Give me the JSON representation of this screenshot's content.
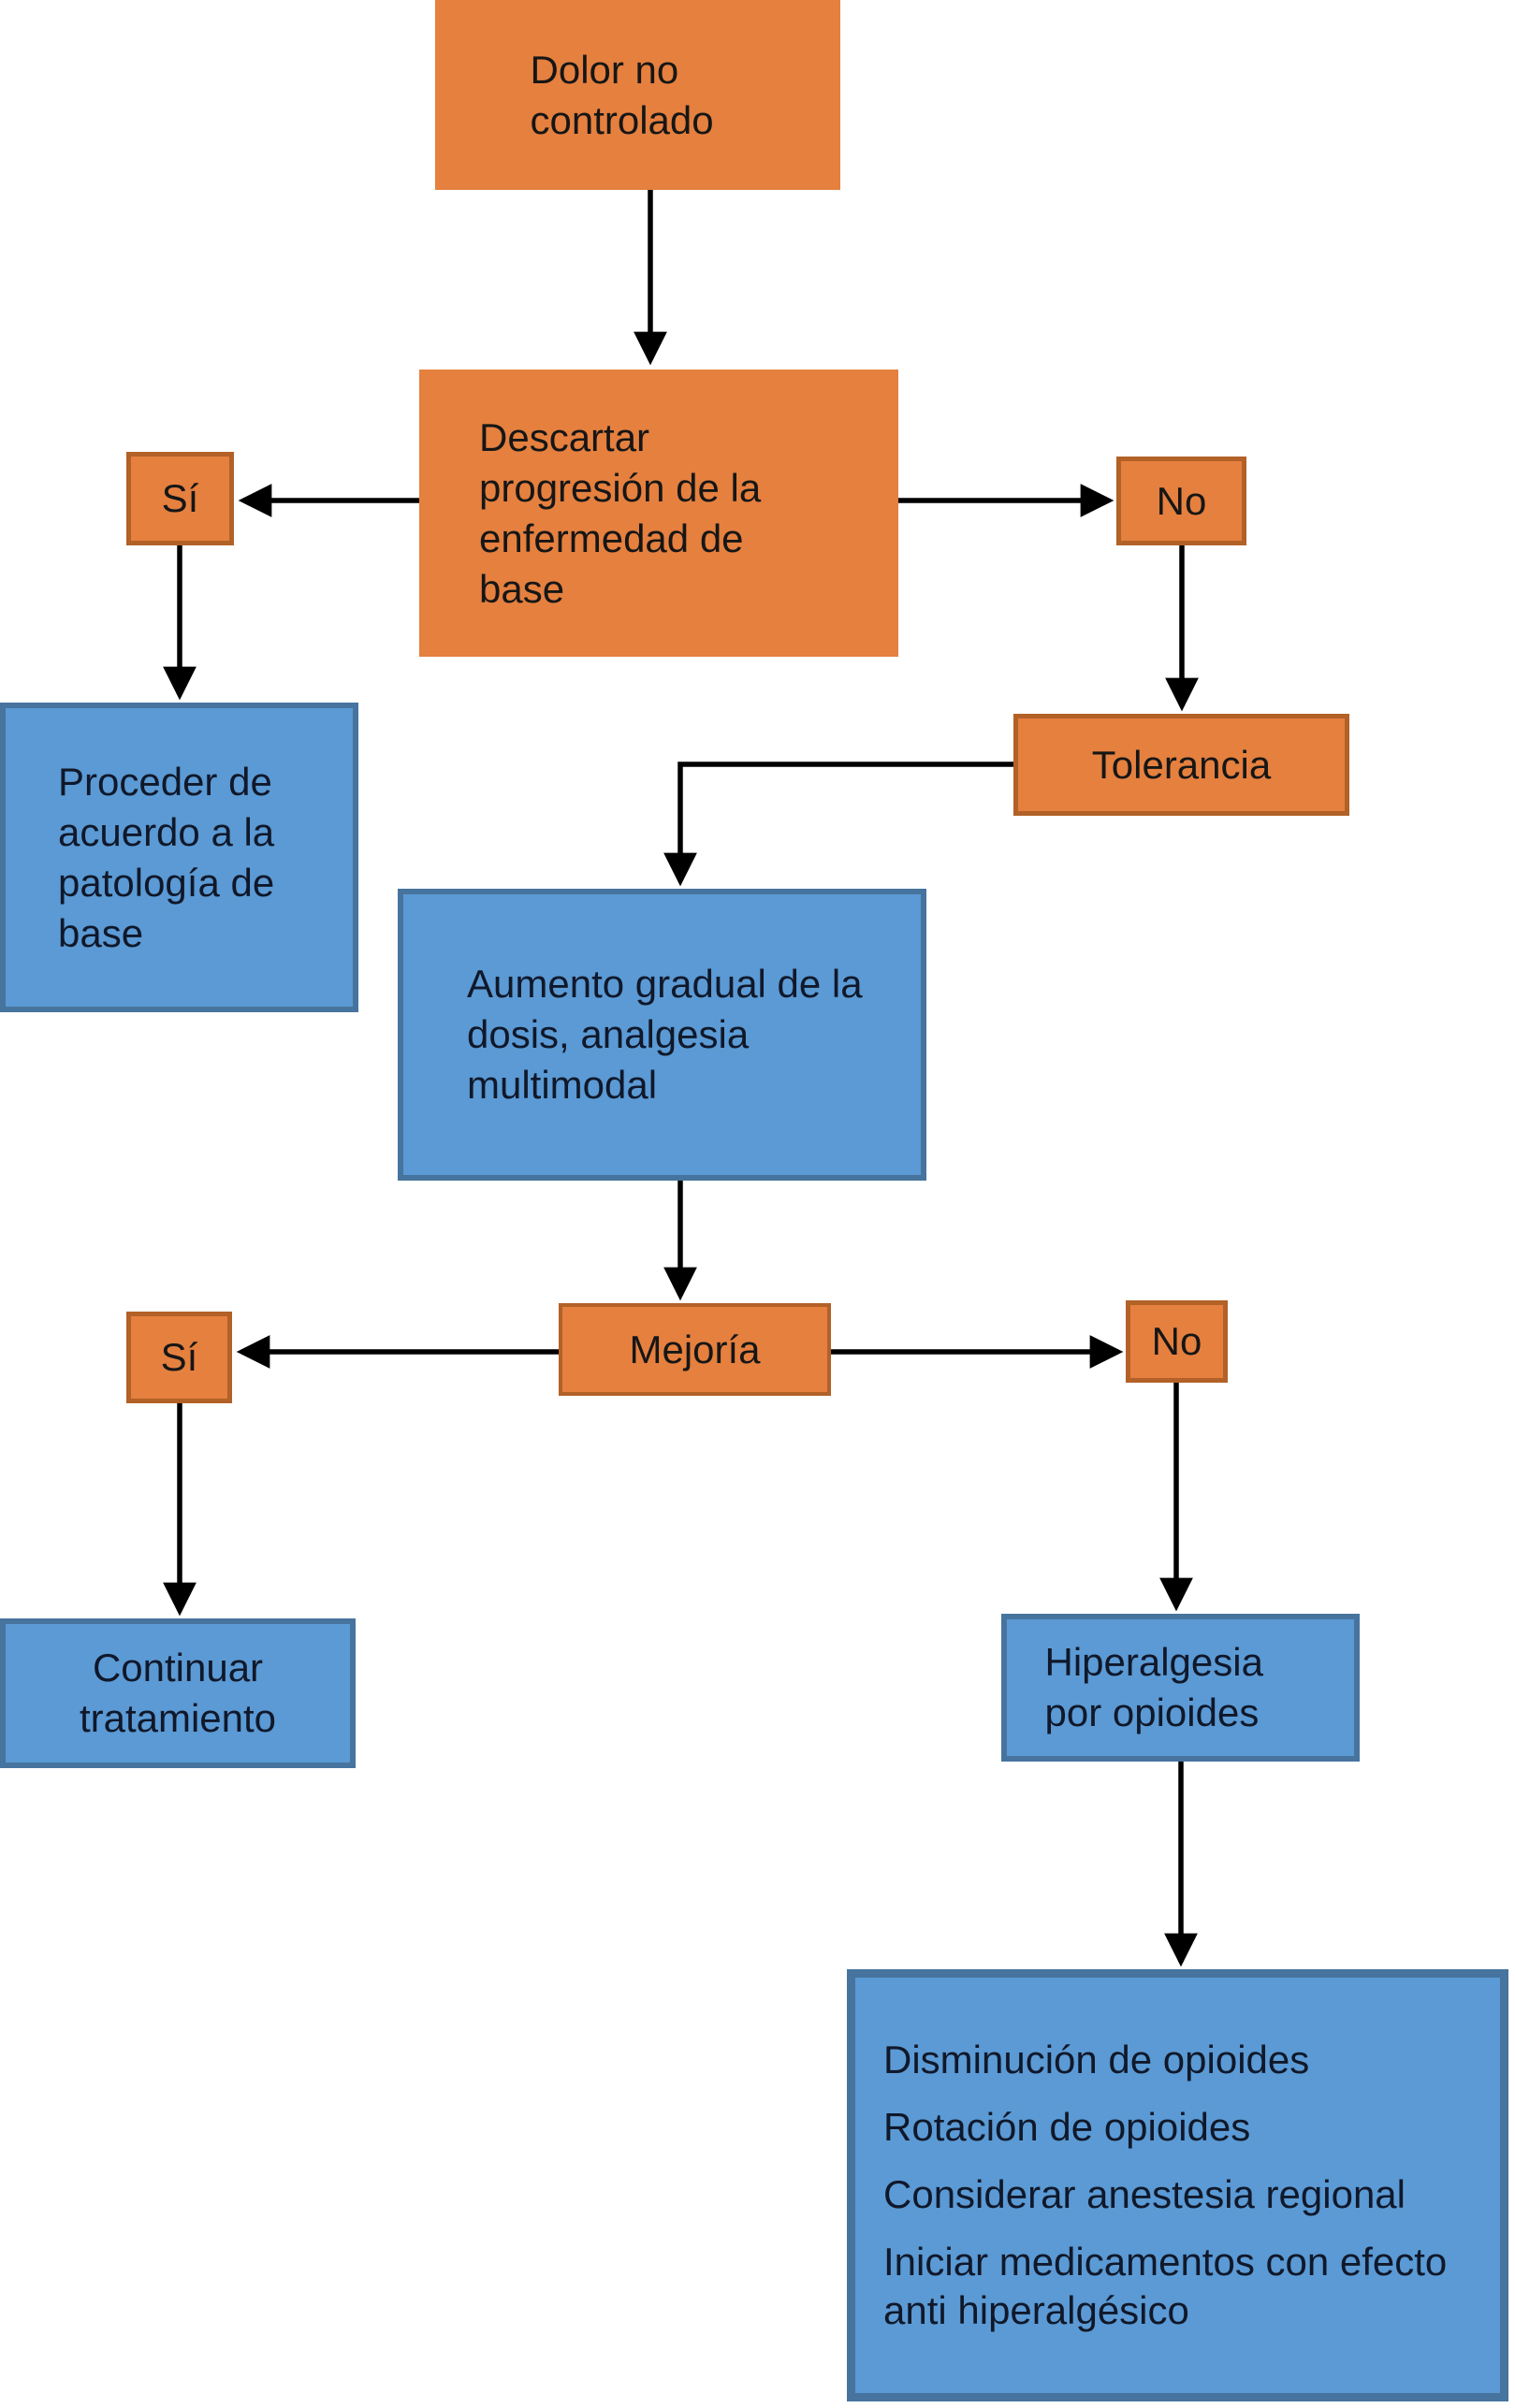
{
  "diagram": {
    "description": "Flowchart for management of uncontrolled pain under opioid therapy (Spanish)",
    "nodes": {
      "dolor": {
        "label": "Dolor no controlado"
      },
      "descartar": {
        "label": "Descartar progresión de la enfermedad de base"
      },
      "si1": {
        "label": "Sí"
      },
      "no1": {
        "label": "No"
      },
      "proceder": {
        "label": "Proceder de acuerdo a la patología de base"
      },
      "tolerancia": {
        "label": "Tolerancia"
      },
      "aumento": {
        "label": "Aumento gradual de la dosis, analgesia multimodal"
      },
      "mejoria": {
        "label": "Mejoría"
      },
      "si2": {
        "label": "Sí"
      },
      "no2": {
        "label": "No"
      },
      "continuar": {
        "label": "Continuar tratamiento"
      },
      "hiperalgesia": {
        "label": "Hiperalgesia por opioides"
      },
      "final": {
        "items": [
          "Disminución de opioides",
          "Rotación de opioides",
          "Considerar anestesia regional",
          "Iniciar medicamentos con efecto anti hiperalgésico"
        ]
      }
    },
    "colors": {
      "orange_fill": "#E5803F",
      "orange_border": "#B26127",
      "blue_fill": "#5B9AD4",
      "blue_border": "#46749E",
      "connector": "#000000",
      "background": "#FFFFFF"
    }
  }
}
